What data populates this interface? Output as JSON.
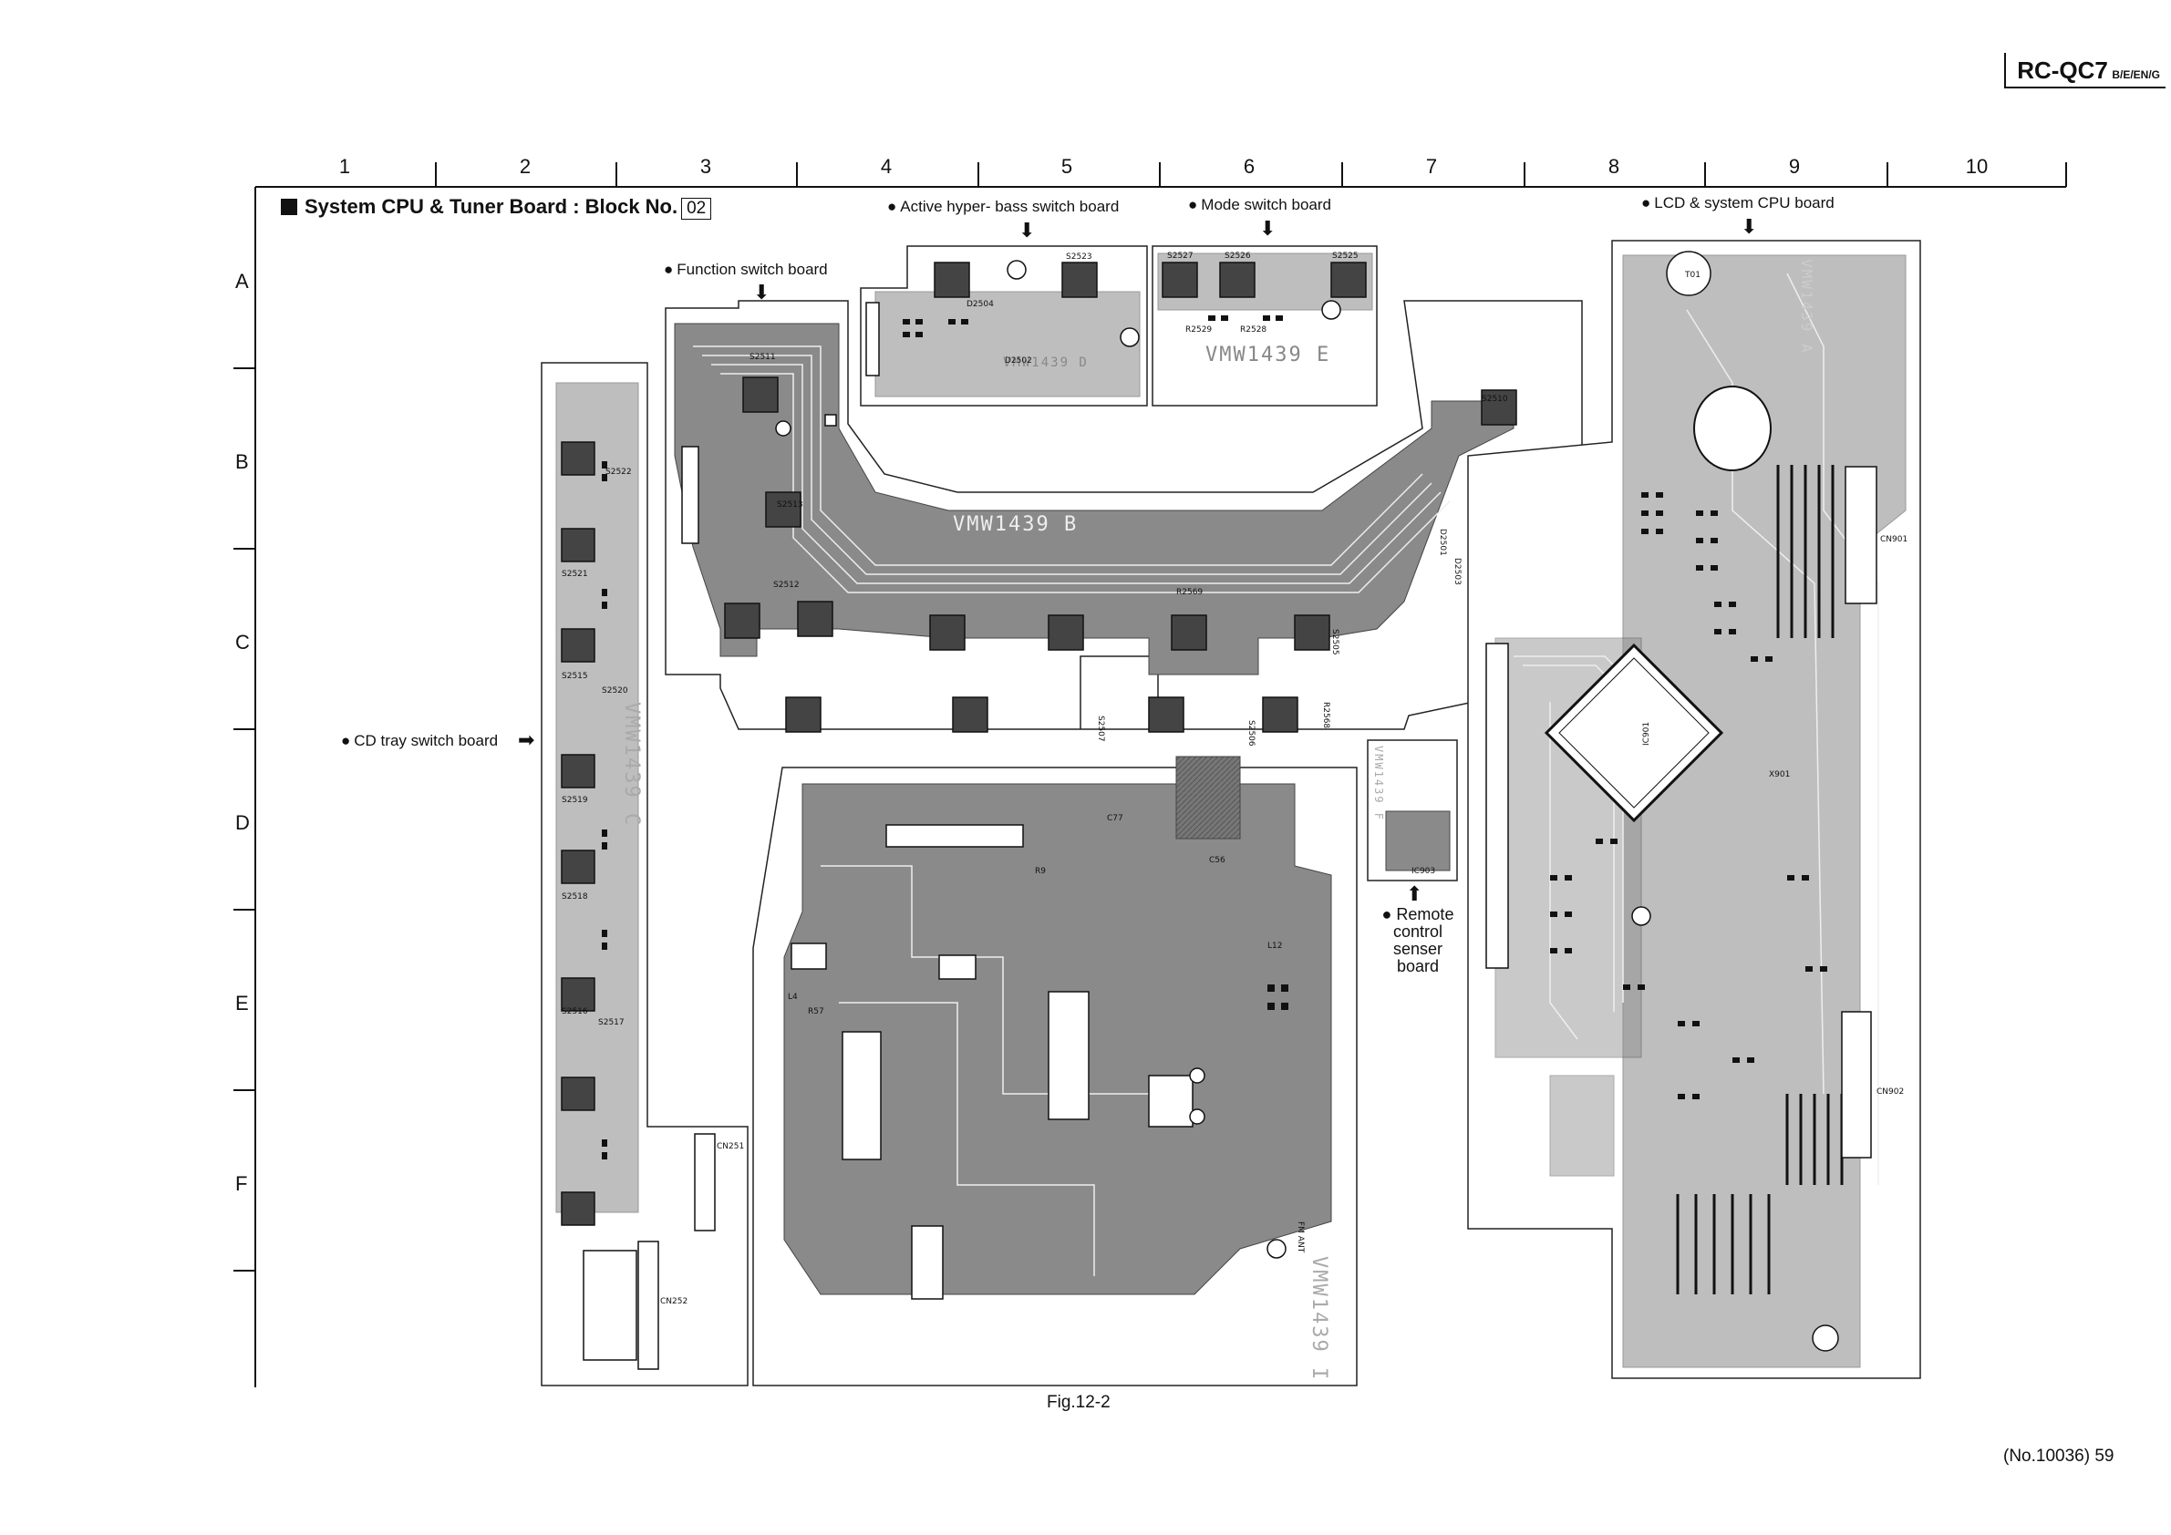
{
  "header": {
    "model": "RC-QC7",
    "model_suffix": "B/E/EN/G"
  },
  "grid": {
    "columns": [
      "1",
      "2",
      "3",
      "4",
      "5",
      "6",
      "7",
      "8",
      "9",
      "10"
    ],
    "rows": [
      "A",
      "B",
      "C",
      "D",
      "E",
      "F"
    ]
  },
  "section": {
    "title": "System CPU & Tuner Board : Block No.",
    "block_no": "02"
  },
  "callouts": {
    "active_hyper_bass": "Active hyper- bass switch board",
    "mode_switch": "Mode switch board",
    "lcd_cpu": "LCD & system CPU board",
    "function_switch": "Function switch board",
    "cd_tray": "CD tray switch board",
    "remote_sensor": [
      "Remote",
      "control",
      "senser",
      "board"
    ]
  },
  "boards": {
    "a": "VMW1439 A",
    "b": "VMW1439 B",
    "c": "VMW1439 C",
    "d": "VMW1439 D",
    "e": "VMW1439 E",
    "f": "VMW1439 F",
    "i": "VMW1439 I"
  },
  "components": {
    "s2523": "S2523",
    "s2526": "S2526",
    "s2527": "S2527",
    "s2525": "S2525",
    "s2510": "S2510",
    "s2511": "S2511",
    "s2513": "S2513",
    "s2512": "S2512",
    "r2529": "R2529",
    "r2528": "R2528",
    "d2504": "D2504",
    "d2502": "D2502",
    "ic901": "IC901",
    "cn901": "CN901",
    "cn902": "CN902",
    "ic903": "IC903",
    "s2516": "S2516",
    "s2518": "S2518",
    "s2517": "S2517",
    "s2519": "S2519",
    "s2515": "S2515",
    "s2520": "S2520",
    "s2521": "S2521",
    "s2522": "S2522",
    "cn251": "CN251",
    "cn252": "CN252",
    "l4": "L4",
    "r57": "R57",
    "c56": "C56",
    "c77": "C77",
    "r9": "R9",
    "l12": "L12",
    "t01": "T01",
    "x901": "X901",
    "d2501": "D2501",
    "d2503": "D2503",
    "fm_ant": "FM ANT",
    "r2569": "R2569",
    "s2507": "S2507",
    "s2506": "S2506",
    "r2568": "R2568",
    "s2505": "S2505"
  },
  "caption": "Fig.12-2",
  "page": "(No.10036) 59"
}
